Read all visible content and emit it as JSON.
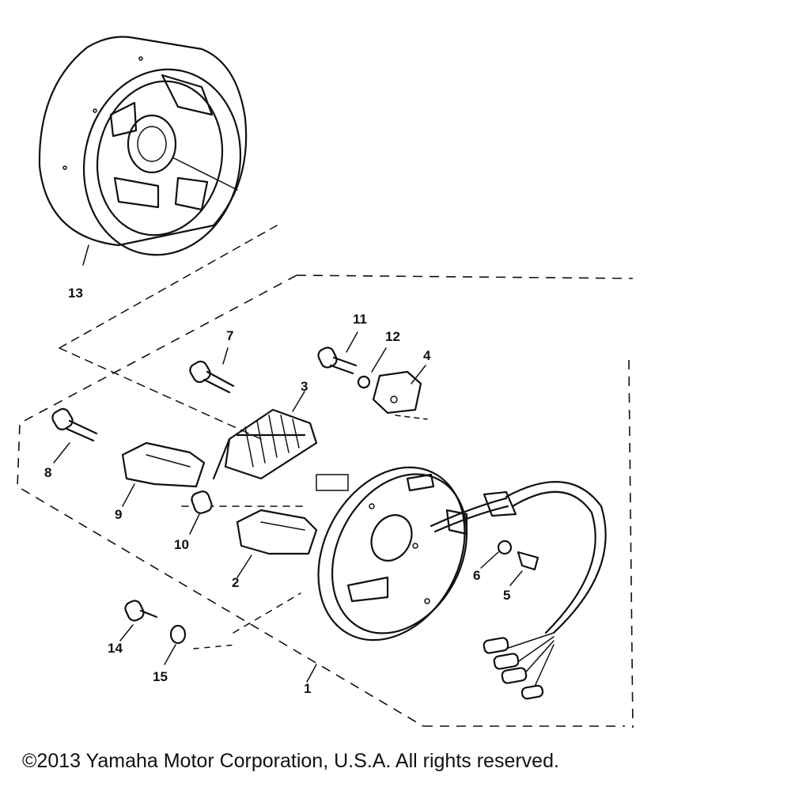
{
  "diagram": {
    "callouts": {
      "p1": "1",
      "p2": "2",
      "p3": "3",
      "p4": "4",
      "p5": "5",
      "p6": "6",
      "p7": "7",
      "p8": "8",
      "p9": "9",
      "p10": "10",
      "p11": "11",
      "p12": "12",
      "p13": "13",
      "p14": "14",
      "p15": "15"
    }
  },
  "footer": {
    "copyright": "©2013 Yamaha Motor Corporation, U.S.A. All rights reserved."
  }
}
